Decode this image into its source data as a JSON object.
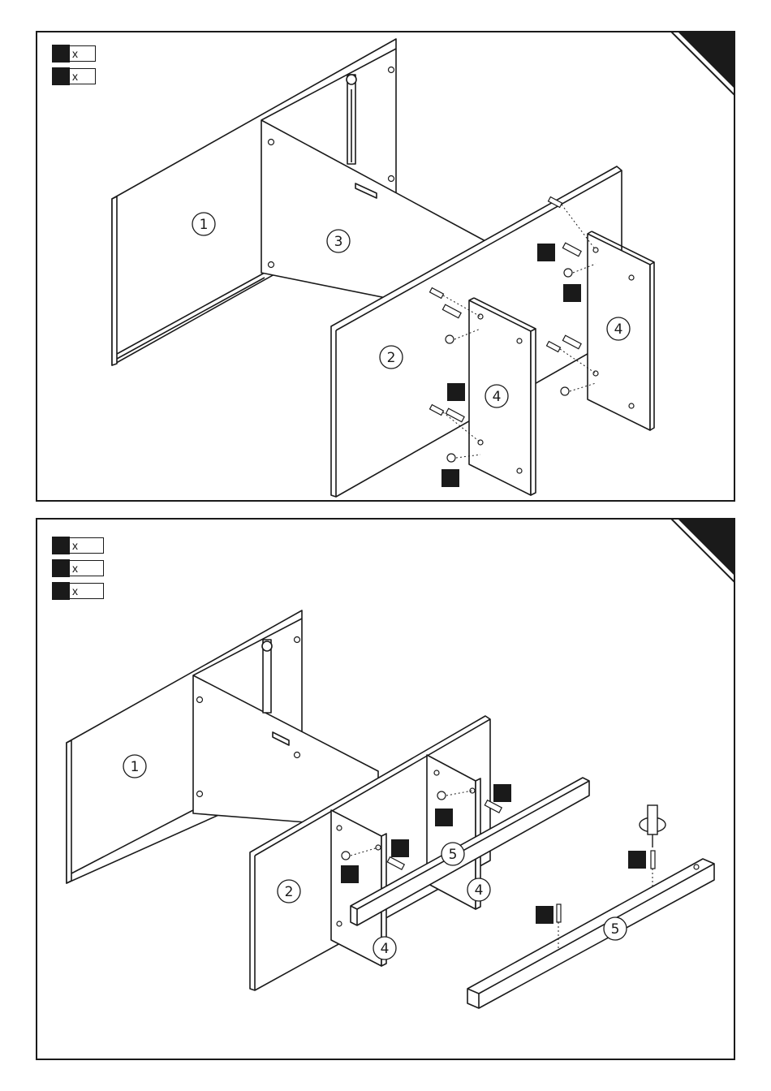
{
  "steps": [
    {
      "legend": [
        {
          "qty": "x"
        },
        {
          "qty": "x"
        }
      ],
      "parts": {
        "p1": "1",
        "p2": "2",
        "p3": "3",
        "p4a": "4",
        "p4b": "4"
      }
    },
    {
      "legend": [
        {
          "qty": "x"
        },
        {
          "qty": "x"
        },
        {
          "qty": "x"
        }
      ],
      "parts": {
        "p1": "1",
        "p2": "2",
        "p4a": "4",
        "p4b": "4",
        "p5a": "5",
        "p5b": "5"
      }
    }
  ],
  "colors": {
    "ink": "#1a1a1a",
    "paper": "#ffffff"
  }
}
